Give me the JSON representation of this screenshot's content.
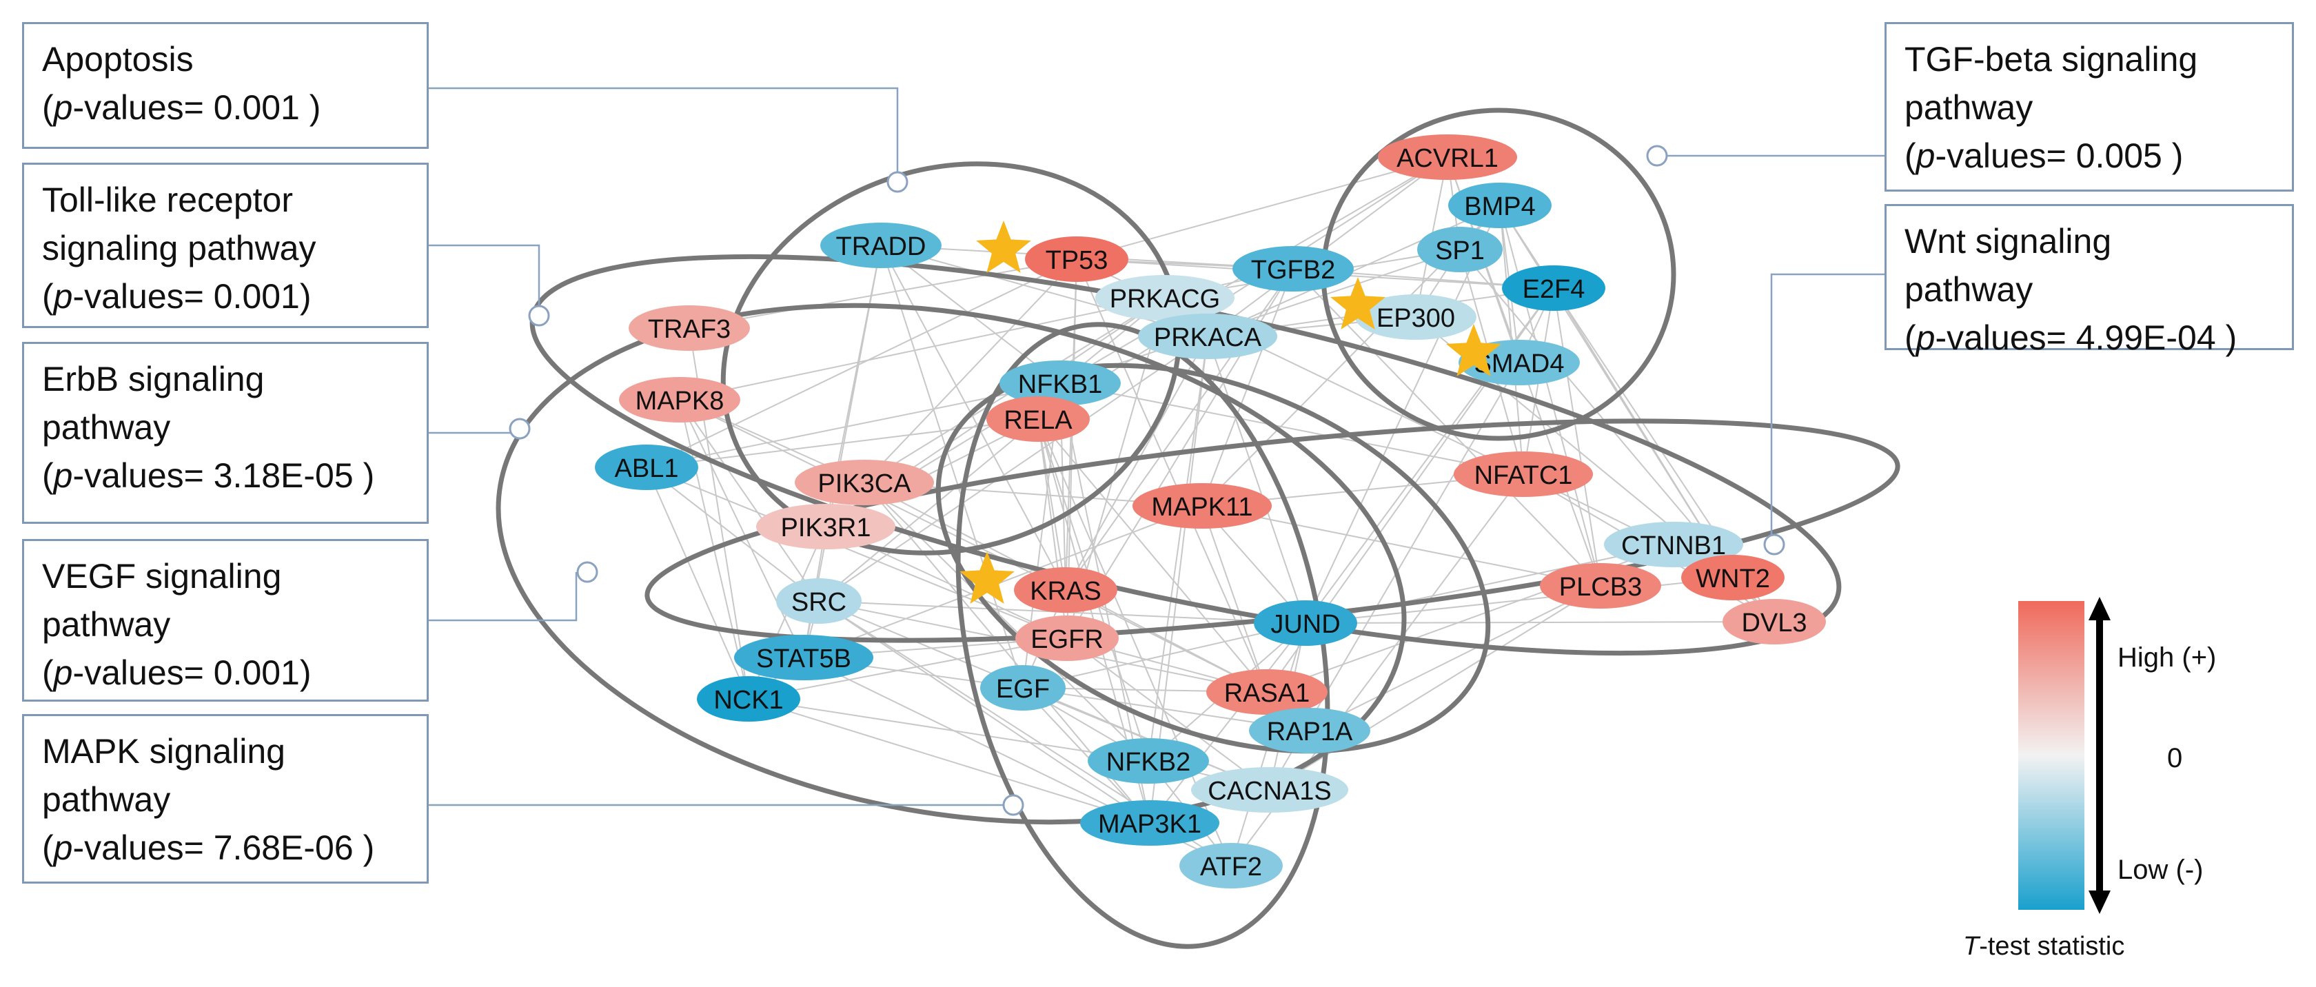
{
  "pathway_boxes": [
    {
      "id": "apoptosis",
      "lines": [
        "Apoptosis"
      ],
      "pvalue": "0.001 "
    },
    {
      "id": "toll",
      "lines": [
        "Toll-like receptor",
        "signaling pathway"
      ],
      "pvalue": "0.001"
    },
    {
      "id": "erbb",
      "lines": [
        "ErbB signaling",
        "pathway"
      ],
      "pvalue": "3.18E-05 "
    },
    {
      "id": "vegf",
      "lines": [
        "VEGF signaling",
        "pathway"
      ],
      "pvalue": "0.001"
    },
    {
      "id": "mapk",
      "lines": [
        "MAPK signaling",
        "pathway"
      ],
      "pvalue": "7.68E-06 "
    },
    {
      "id": "tgf",
      "lines": [
        "TGF-beta signaling",
        "pathway"
      ],
      "pvalue": "0.005 "
    },
    {
      "id": "wnt",
      "lines": [
        "Wnt signaling",
        "pathway"
      ],
      "pvalue": "4.99E-04 "
    }
  ],
  "pvalue_prefix": "p",
  "pvalue_suffix": "-values= ",
  "genes": [
    {
      "name": "TRADD",
      "level": -0.7
    },
    {
      "name": "TP53",
      "level": 0.95
    },
    {
      "name": "PRKACG",
      "level": -0.2
    },
    {
      "name": "PRKACA",
      "level": -0.35
    },
    {
      "name": "TGFB2",
      "level": -0.75
    },
    {
      "name": "ACVRL1",
      "level": 0.85
    },
    {
      "name": "BMP4",
      "level": -0.75
    },
    {
      "name": "SP1",
      "level": -0.65
    },
    {
      "name": "E2F4",
      "level": -1.0
    },
    {
      "name": "EP300",
      "level": -0.25
    },
    {
      "name": "SMAD4",
      "level": -0.6
    },
    {
      "name": "TRAF3",
      "level": 0.55
    },
    {
      "name": "MAPK8",
      "level": 0.6
    },
    {
      "name": "NFKB1",
      "level": -0.65
    },
    {
      "name": "RELA",
      "level": 0.8
    },
    {
      "name": "ABL1",
      "level": -0.85
    },
    {
      "name": "PIK3CA",
      "level": 0.55
    },
    {
      "name": "PIK3R1",
      "level": 0.35
    },
    {
      "name": "MAPK11",
      "level": 0.85
    },
    {
      "name": "NFATC1",
      "level": 0.8
    },
    {
      "name": "CTNNB1",
      "level": -0.3
    },
    {
      "name": "PLCB3",
      "level": 0.8
    },
    {
      "name": "WNT2",
      "level": 0.9
    },
    {
      "name": "DVL3",
      "level": 0.6
    },
    {
      "name": "SRC",
      "level": -0.3
    },
    {
      "name": "KRAS",
      "level": 0.85
    },
    {
      "name": "EGFR",
      "level": 0.6
    },
    {
      "name": "JUND",
      "level": -0.9
    },
    {
      "name": "STAT5B",
      "level": -0.85
    },
    {
      "name": "NCK1",
      "level": -1.0
    },
    {
      "name": "EGF",
      "level": -0.65
    },
    {
      "name": "RASA1",
      "level": 0.8
    },
    {
      "name": "RAP1A",
      "level": -0.6
    },
    {
      "name": "NFKB2",
      "level": -0.7
    },
    {
      "name": "CACNA1S",
      "level": -0.25
    },
    {
      "name": "MAP3K1",
      "level": -0.85
    },
    {
      "name": "ATF2",
      "level": -0.5
    }
  ],
  "starred_genes": [
    "TP53",
    "EP300",
    "SMAD4",
    "KRAS"
  ],
  "colors": {
    "high": "#ef6a5c",
    "mid": "#f2f2f2",
    "low": "#1aa0cd",
    "star": "#f7b61a",
    "edge": "#c8c8c8",
    "ellipse": "#777777",
    "box_border": "#7f98b6",
    "connector": "#8aa2c0"
  },
  "legend": {
    "high_label": "High (+)",
    "zero_label": "0",
    "low_label": "Low (-)",
    "caption_italic": "T",
    "caption_rest": "-test statistic"
  }
}
